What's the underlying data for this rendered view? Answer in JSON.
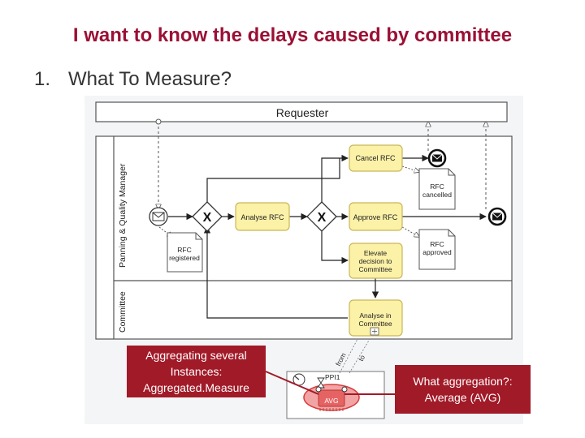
{
  "header": {
    "title": "I want to know the delays caused by committee",
    "list_number": "1.",
    "subtitle": "What To Measure?"
  },
  "diagram": {
    "requester_lane": "Requester",
    "pqm_lane": "Panning & Quality Manager",
    "committee_lane": "Committee",
    "tasks": {
      "cancel": "Cancel RFC",
      "analyse": "Analyse RFC",
      "approve": "Approve RFC",
      "elevate": [
        "Elevate",
        "decision to",
        "Committee"
      ],
      "committee": [
        "Analyse in",
        "Committee"
      ]
    },
    "docs": {
      "registered": [
        "RFC",
        "registered"
      ],
      "cancelled": [
        "RFC",
        "cancelled"
      ],
      "approved": [
        "RFC",
        "approved"
      ]
    },
    "gateway_symbol": "X",
    "ppi": {
      "label": "PPI1",
      "aggregation": "AVG",
      "from_label": "from",
      "to_label": "to"
    }
  },
  "callouts": {
    "left": [
      "Aggregating several",
      "Instances:",
      "Aggregated.Measure"
    ],
    "right": [
      "What aggregation?:",
      "Average (AVG)"
    ]
  },
  "colors": {
    "title": "#9b1035",
    "callout": "#a11a28",
    "task_fill": "#fbf1a7",
    "task_stroke": "#c8b85a",
    "ppi_highlight": "#e84a4a"
  }
}
